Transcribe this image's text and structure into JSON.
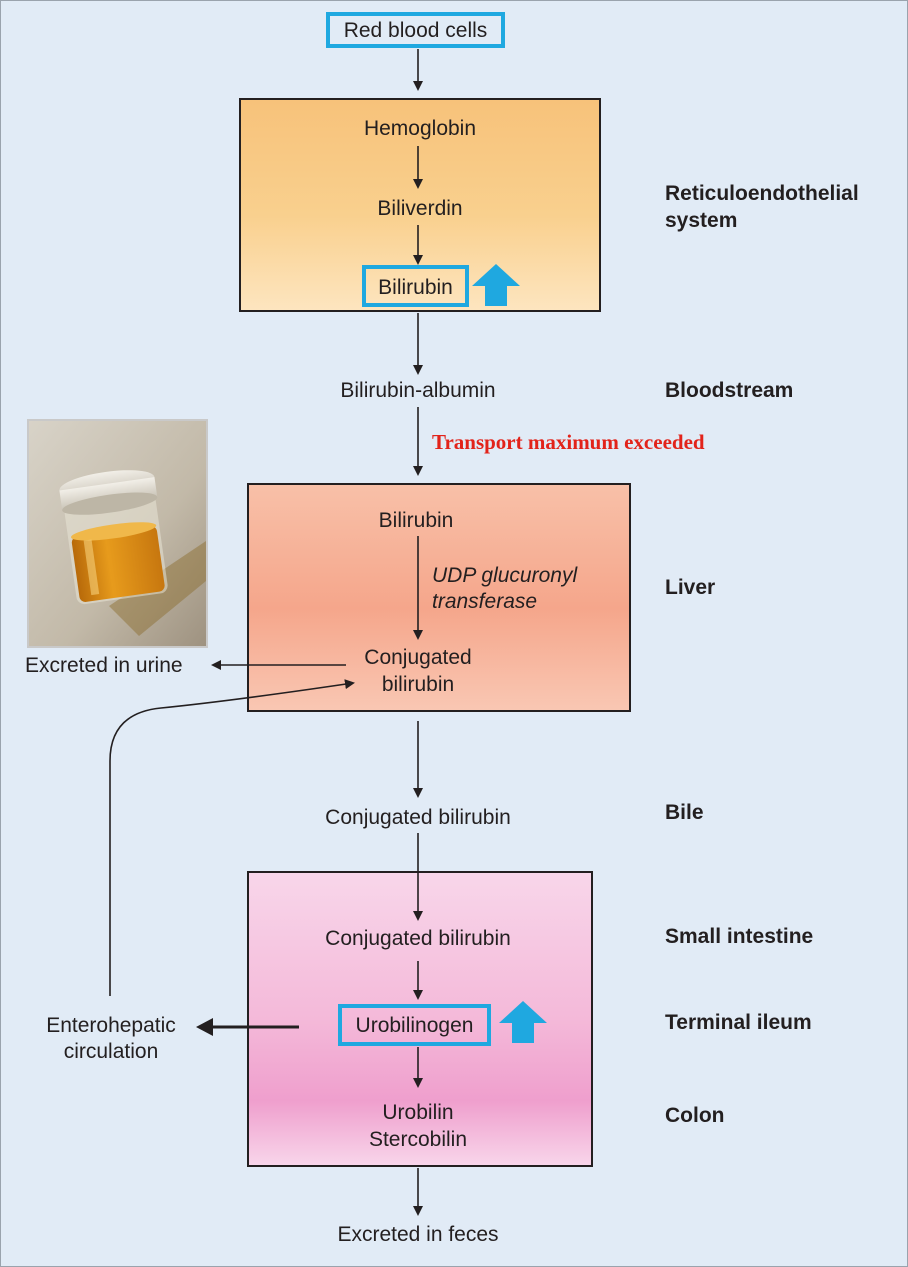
{
  "diagram": {
    "top_label": "Red blood cells",
    "res_box": {
      "items": [
        "Hemoglobin",
        "Biliverdin",
        "Bilirubin"
      ]
    },
    "bloodstream_label": "Bilirubin-albumin",
    "transport_note": "Transport maximum exceeded",
    "liver_box": {
      "bilirubin": "Bilirubin",
      "enzyme_line1": "UDP glucuronyl",
      "enzyme_line2": "transferase",
      "conjugated_line1": "Conjugated",
      "conjugated_line2": "bilirubin"
    },
    "excreted_urine": "Excreted in urine",
    "bile_label": "Conjugated bilirubin",
    "intestine_box": {
      "conjugated": "Conjugated bilirubin",
      "urobilinogen": "Urobilinogen",
      "urobilin": "Urobilin",
      "stercobilin": "Stercobilin"
    },
    "enterohepatic_line1": "Enterohepatic",
    "enterohepatic_line2": "circulation",
    "excreted_feces": "Excreted in feces",
    "side_labels": {
      "res_line1": "Reticuloendothelial",
      "res_line2": "system",
      "bloodstream": "Bloodstream",
      "liver": "Liver",
      "bile": "Bile",
      "small_intestine": "Small intestine",
      "terminal_ileum": "Terminal ileum",
      "colon": "Colon"
    }
  },
  "colors": {
    "highlight": "#1fa8e0",
    "note_red": "#e2231a",
    "res_fill": "#f9d08e",
    "liver_fill": "#f5a68b",
    "intestine_fill": "#f4b9d9",
    "background": "#e1ebf6"
  },
  "icons": [
    "up-arrow-icon",
    "urine-sample-jar-image"
  ]
}
